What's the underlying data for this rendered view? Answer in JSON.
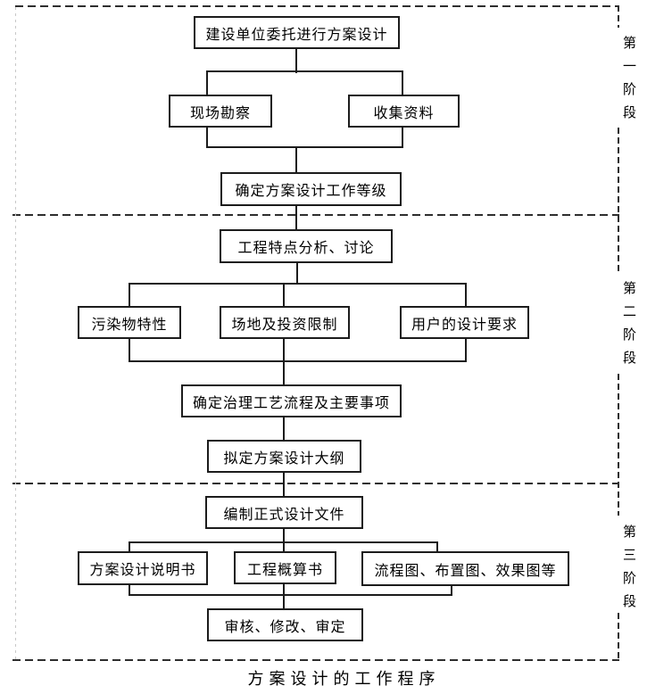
{
  "diagram": {
    "caption": "方案设计的工作程序",
    "phase_labels": [
      "第一阶段",
      "第二阶段",
      "第三阶段"
    ],
    "nodes": {
      "commission": "建设单位委托进行方案设计",
      "site_survey": "现场勘察",
      "collect_data": "收集资料",
      "work_level": "确定方案设计工作等级",
      "feature_analysis": "工程特点分析、讨论",
      "pollutant": "污染物特性",
      "site_investment": "场地及投资限制",
      "user_requirement": "用户的设计要求",
      "process_items": "确定治理工艺流程及主要事项",
      "outline": "拟定方案设计大纲",
      "formal_docs": "编制正式设计文件",
      "design_spec": "方案设计说明书",
      "cost_estimate": "工程概算书",
      "drawings": "流程图、布置图、效果图等",
      "review": "审核、修改、审定"
    },
    "colors": {
      "line": "#1c1c1c",
      "dashed_border": "#2e2e2e",
      "light_dashed_border": "#c8c8c8",
      "background": "#ffffff",
      "text": "#000000"
    }
  }
}
